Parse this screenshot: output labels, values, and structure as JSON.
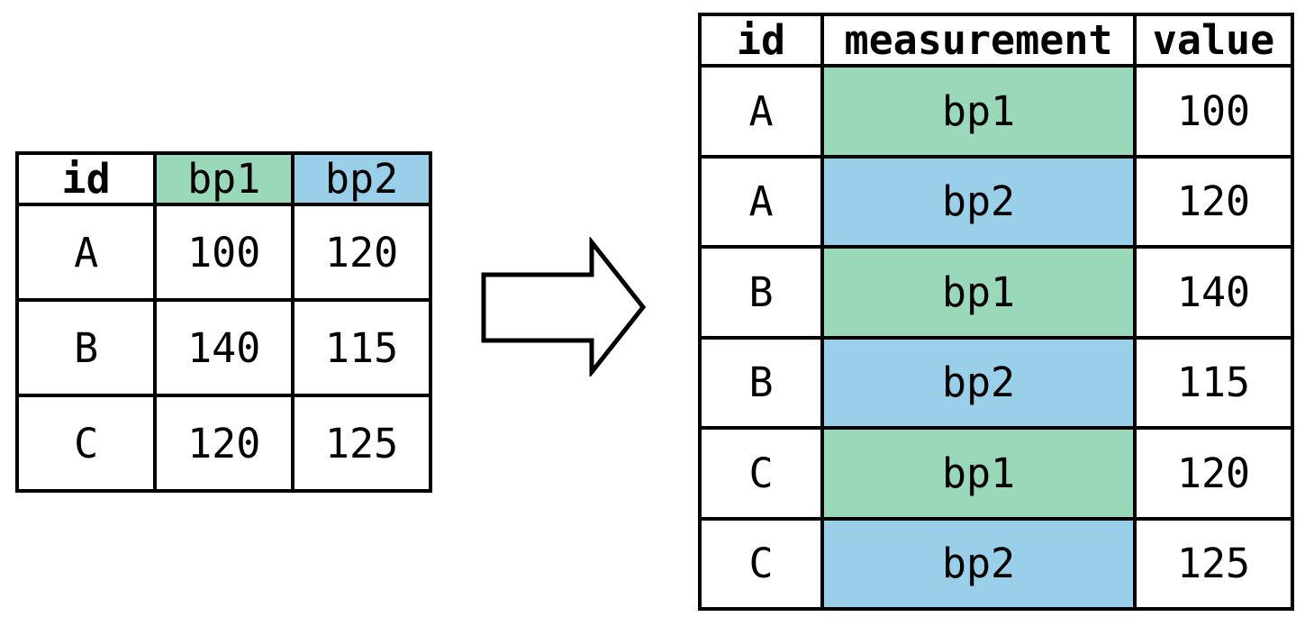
{
  "colors": {
    "green": "#99d9ba",
    "blue": "#9acfe9",
    "border": "#000000",
    "background": "#ffffff",
    "arrow_fill": "#ffffff",
    "arrow_stroke": "#000000"
  },
  "wide_table": {
    "columns": [
      {
        "label": "id",
        "highlight": "none",
        "header_bold": true
      },
      {
        "label": "bp1",
        "highlight": "green",
        "header_bold": false
      },
      {
        "label": "bp2",
        "highlight": "blue",
        "header_bold": false
      }
    ],
    "rows": [
      [
        "A",
        "100",
        "120"
      ],
      [
        "B",
        "140",
        "115"
      ],
      [
        "C",
        "120",
        "125"
      ]
    ]
  },
  "arrow": {
    "direction": "right",
    "meaning": "transform-wide-to-long"
  },
  "long_table": {
    "columns": [
      {
        "label": "id"
      },
      {
        "label": "measurement"
      },
      {
        "label": "value"
      }
    ],
    "rows": [
      {
        "id": "A",
        "measurement": "bp1",
        "value": "100",
        "highlight": "green"
      },
      {
        "id": "A",
        "measurement": "bp2",
        "value": "120",
        "highlight": "blue"
      },
      {
        "id": "B",
        "measurement": "bp1",
        "value": "140",
        "highlight": "green"
      },
      {
        "id": "B",
        "measurement": "bp2",
        "value": "115",
        "highlight": "blue"
      },
      {
        "id": "C",
        "measurement": "bp1",
        "value": "120",
        "highlight": "green"
      },
      {
        "id": "C",
        "measurement": "bp2",
        "value": "125",
        "highlight": "blue"
      }
    ]
  }
}
